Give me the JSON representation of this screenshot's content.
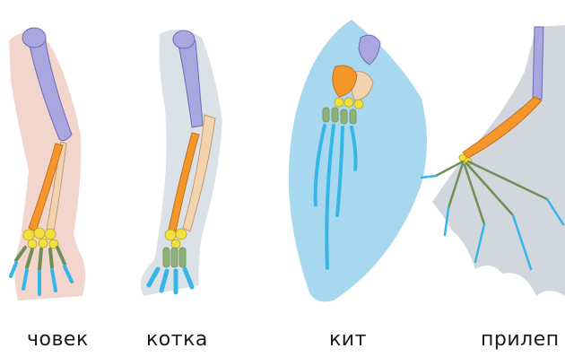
{
  "labels": {
    "human": "човек",
    "cat": "котка",
    "whale": "кит",
    "bat": "прилеп"
  },
  "colors": {
    "humerus": "#a9a6e0",
    "radius": "#f4962a",
    "ulna": "#f2d3b0",
    "carpals": "#f2e040",
    "metacarpals": "#8fb07a",
    "phalanges": "#35b5e8",
    "skin_human": "#edc7bb",
    "fur_cat": "#d5dde3",
    "whale_fin": "#9fd4ee",
    "bat_wing": "#c9d0d6"
  }
}
